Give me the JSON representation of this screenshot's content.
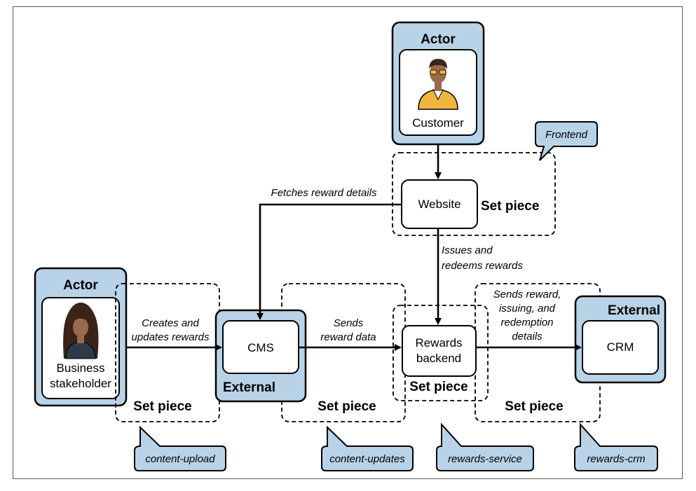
{
  "colors": {
    "actor_fill": "#b8d3e8",
    "stroke": "#000000",
    "callout_fill": "#b8d3e8",
    "skin": "#9a6a4a",
    "hair": "#3a2318",
    "jacket": "#f0b53f"
  },
  "actors": {
    "customer": {
      "title": "Actor",
      "label": "Customer",
      "icon": "customer-person-icon"
    },
    "business": {
      "title": "Actor",
      "label_line1": "Business",
      "label_line2": "stakeholder",
      "icon": "business-stakeholder-person-icon"
    }
  },
  "nodes": {
    "website": "Website",
    "cms": "CMS",
    "rewards_line1": "Rewards",
    "rewards_line2": "backend",
    "crm": "CRM"
  },
  "tags": {
    "external": "External",
    "set_piece": "Set piece"
  },
  "arrows": {
    "fetches": "Fetches reward details",
    "issues_line1": "Issues and",
    "issues_line2": "redeems rewards",
    "creates_line1": "Creates and",
    "creates_line2": "updates rewards",
    "sends_line1": "Sends",
    "sends_line2": "reward data",
    "sends_reward_line1": "Sends reward,",
    "sends_reward_line2": "issuing, and",
    "sends_reward_line3": "redemption",
    "sends_reward_line4": "details"
  },
  "callouts": {
    "frontend": "Frontend",
    "content_upload": "content-upload",
    "content_updates": "content-updates",
    "rewards_service": "rewards-service",
    "rewards_crm": "rewards-crm"
  }
}
